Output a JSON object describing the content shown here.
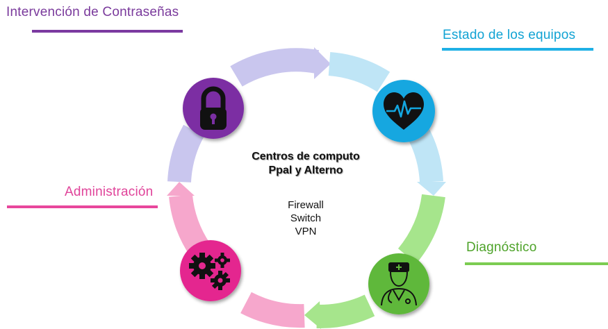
{
  "labels": {
    "passwords": "Intervención de Contraseñas",
    "status": "Estado de los equipos",
    "admin": "Administración",
    "diagnostic": "Diagnóstico"
  },
  "center": {
    "title_line1": "Centros de computo",
    "title_line2": "Ppal y Alterno",
    "items": [
      "Firewall",
      "Switch",
      "VPN"
    ]
  },
  "icons": {
    "lock": "lock-icon",
    "heart": "heart-pulse-icon",
    "gears": "gears-icon",
    "doctor": "doctor-icon"
  },
  "colors": {
    "purple": "#7b2fa3",
    "blue": "#13a7e0",
    "magenta": "#e4288f",
    "green": "#5fb83a",
    "arc_purple": "#c9c6ee",
    "arc_blue": "#bfe5f6",
    "arc_green": "#a6e58c",
    "arc_pink": "#f6a7cc"
  }
}
